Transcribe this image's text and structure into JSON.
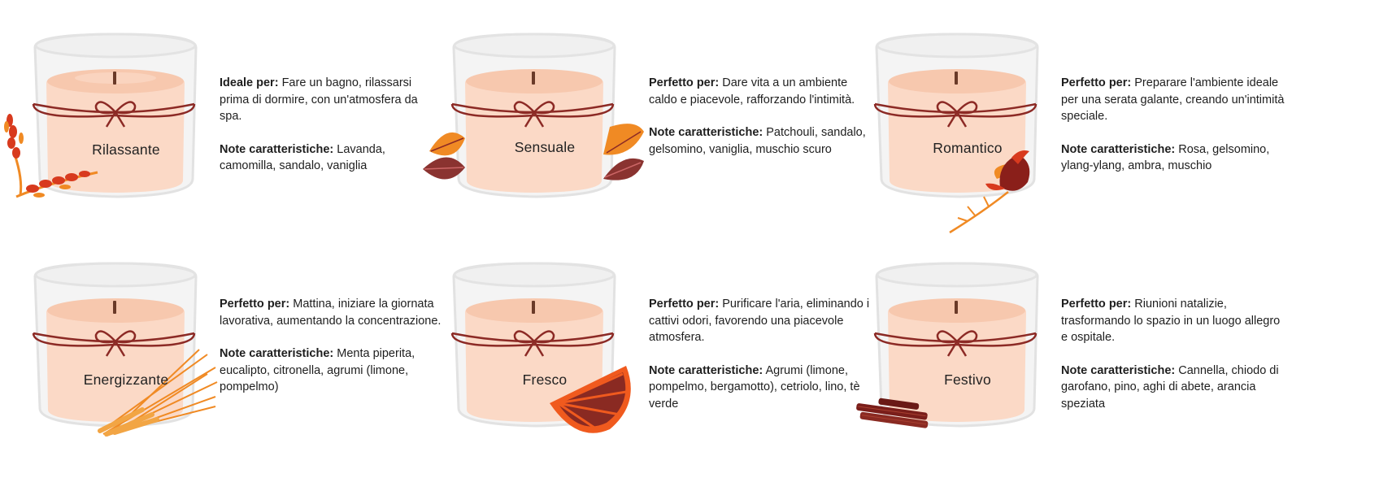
{
  "candles": [
    {
      "name": "Rilassante",
      "use_label": "Ideale per:",
      "use_text": "Fare un bagno, rilassarsi prima di dormire, con un'atmosfera da spa.",
      "notes_label": "Note caratteristiche:",
      "notes_text": "Lavanda, camomilla, sandalo, vaniglia",
      "decoration_icon": "lavender-sprig-icon"
    },
    {
      "name": "Sensuale",
      "use_label": "Perfetto per:",
      "use_text": "Dare vita a un ambiente caldo e piacevole, rafforzando l'intimità.",
      "notes_label": "Note caratteristiche:",
      "notes_text": "Patchouli, sandalo, gelsomino, vaniglia, muschio scuro",
      "decoration_icon": "autumn-leaves-icon"
    },
    {
      "name": "Romantico",
      "use_label": "Perfetto per:",
      "use_text": "Preparare l'ambiente ideale per una serata galante, creando un'intimità speciale.",
      "notes_label": "Note caratteristiche:",
      "notes_text": "Rosa, gelsomino, ylang-ylang, ambra, muschio",
      "decoration_icon": "rose-bud-icon"
    },
    {
      "name": "Energizzante",
      "use_label": "Perfetto per:",
      "use_text": "Mattina, iniziare la giornata lavorativa, aumentando la concentrazione.",
      "notes_label": "Note caratteristiche:",
      "notes_text": "Menta piperita, eucalipto, citronella, agrumi (limone, pompelmo)",
      "decoration_icon": "lemongrass-stalks-icon"
    },
    {
      "name": "Fresco",
      "use_label": "Perfetto per:",
      "use_text": "Purificare l'aria, eliminando i cattivi odori, favorendo una piacevole atmosfera.",
      "notes_label": "Note caratteristiche:",
      "notes_text": "Agrumi (limone, pompelmo, bergamotto), cetriolo, lino, tè verde",
      "decoration_icon": "grapefruit-slice-icon"
    },
    {
      "name": "Festivo",
      "use_label": "Perfetto per:",
      "use_text": "Riunioni natalizie, trasformando lo spazio in un luogo allegro e ospitale.",
      "notes_label": "Note caratteristiche:",
      "notes_text": "Cannella, chiodo di garofano, pino, aghi di abete, arancia speziata",
      "decoration_icon": "cinnamon-sticks-icon"
    }
  ],
  "colors": {
    "wax": "#fbd9c6",
    "wax_top": "#f7c5ab",
    "ribbon": "#8c2a25",
    "wick": "#6a3a28",
    "glass": "#e9e9e9",
    "orange": "#f08a24",
    "red": "#d83a1e",
    "leaf_dark": "#8a3330"
  }
}
